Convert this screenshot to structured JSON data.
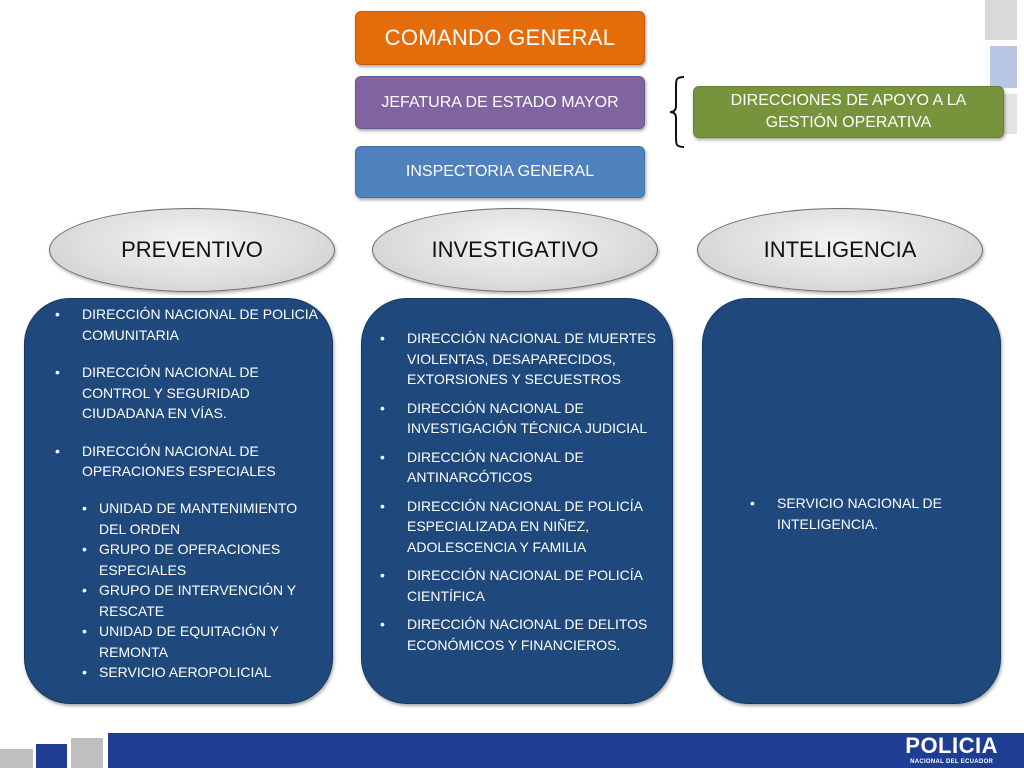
{
  "header": {
    "comando": "COMANDO GENERAL",
    "jefatura": "JEFATURA DE ESTADO MAYOR",
    "inspectoria": "INSPECTORIA GENERAL",
    "direcciones_apoyo": "DIRECCIONES DE APOYO A LA GESTIÓN OPERATIVA"
  },
  "branches": [
    {
      "title": "PREVENTIVO",
      "items": [
        "DIRECCIÓN NACIONAL DE POLICIA COMUNITARIA",
        "DIRECCIÓN NACIONAL DE CONTROL Y SEGURIDAD CIUDADANA EN VÍAS.",
        "DIRECCIÓN NACIONAL DE OPERACIONES ESPECIALES"
      ],
      "subitems": [
        "UNIDAD DE MANTENIMIENTO DEL ORDEN",
        "GRUPO DE OPERACIONES ESPECIALES",
        "GRUPO DE INTERVENCIÓN Y RESCATE",
        "UNIDAD DE EQUITACIÓN Y REMONTA",
        "SERVICIO AEROPOLICIAL"
      ]
    },
    {
      "title": "INVESTIGATIVO",
      "items": [
        "DIRECCIÓN NACIONAL DE MUERTES VIOLENTAS, DESAPARECIDOS, EXTORSIONES Y SECUESTROS",
        "DIRECCIÓN NACIONAL DE INVESTIGACIÓN TÉCNICA JUDICIAL",
        "DIRECCIÓN NACIONAL DE ANTINARCÓTICOS",
        "DIRECCIÓN NACIONAL DE POLICÍA ESPECIALIZADA EN NIÑEZ, ADOLESCENCIA Y FAMILIA",
        "DIRECCIÓN NACIONAL DE POLICÍA CIENTÍFICA",
        "DIRECCIÓN NACIONAL DE DELITOS ECONÓMICOS Y FINANCIEROS."
      ]
    },
    {
      "title": "INTELIGENCIA",
      "items": [
        "SERVICIO NACIONAL  DE INTELIGENCIA."
      ]
    }
  ],
  "footer": {
    "logo_main": "POLICIA",
    "logo_sub": "NACIONAL DEL ECUADOR"
  },
  "colors": {
    "comando": "#e46c0a",
    "jefatura": "#8064a2",
    "inspectoria": "#4f81bd",
    "direcciones_apoyo": "#77933c",
    "panel": "#1f497d",
    "footer_bar": "#1f3d93"
  }
}
